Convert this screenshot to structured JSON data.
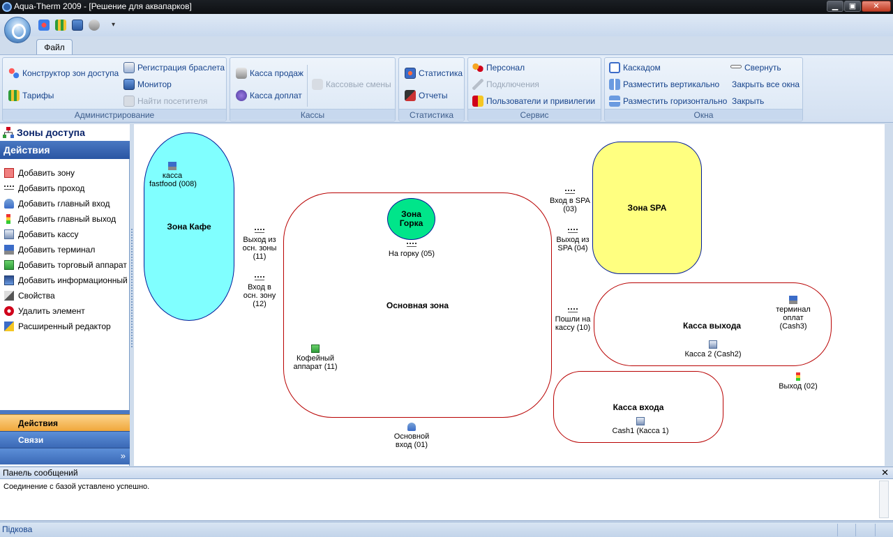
{
  "window": {
    "title": "Aqua-Therm 2009 - [Решение для аквапарков]",
    "controls": {
      "minimize": "▁",
      "maximize": "▣",
      "close": "✕"
    }
  },
  "qat": {
    "more": "▾"
  },
  "tabs": {
    "file": "Файл"
  },
  "ribbon": {
    "admin": {
      "label": "Администрирование",
      "zone_builder": "Конструктор зон доступа",
      "tariffs": "Тарифы",
      "bracelet_reg": "Регистрация браслета",
      "monitor": "Монитор",
      "find_visitor": "Найти посетителя"
    },
    "cash": {
      "label": "Кассы",
      "sales": "Касса продаж",
      "extra": "Касса доплат",
      "shifts": "Кассовые смены"
    },
    "stats": {
      "label": "Статистика",
      "statistics": "Статистика",
      "reports": "Отчеты"
    },
    "service": {
      "label": "Сервис",
      "staff": "Персонал",
      "connections": "Подключения",
      "users": "Пользователи и привилегии"
    },
    "windows": {
      "label": "Окна",
      "cascade": "Каскадом",
      "vertical": "Разместить вертикально",
      "horizontal": "Разместить горизонтально",
      "minimize": "Свернуть",
      "close_all": "Закрыть все окна",
      "close": "Закрыть"
    }
  },
  "left_panel": {
    "title": "Зоны доступа",
    "actions_title": "Действия",
    "actions": [
      "Добавить зону",
      "Добавить проход",
      "Добавить главный вход",
      "Добавить главный выход",
      "Добавить кассу",
      "Добавить терминал",
      "Добавить торговый аппарат",
      "Добавить информационный ...",
      "Свойства",
      "Удалить элемент",
      "Расширенный редактор"
    ],
    "tab_actions": "Действия",
    "tab_links": "Связи",
    "configure": "»"
  },
  "diagram": {
    "zones": {
      "cafe": "Зона Кафе",
      "main": "Основная зона",
      "gorka_1": "Зона",
      "gorka_2": "Горка",
      "spa": "Зона SPA",
      "cash_exit": "Касса выхода",
      "cash_entry": "Касса входа"
    },
    "nodes": {
      "cafe_cash_1": "касса",
      "cafe_cash_2": "fastfood (008)",
      "exit_main_1": "Выход из",
      "exit_main_2": "осн. зоны",
      "exit_main_3": "(11)",
      "enter_main_1": "Вход в",
      "enter_main_2": "осн. зону",
      "enter_main_3": "(12)",
      "to_gorka": "На горку (05)",
      "coffee_1": "Кофейный",
      "coffee_2": "аппарат (11)",
      "main_entry_1": "Основной",
      "main_entry_2": "вход (01)",
      "spa_in_1": "Вход в SPA",
      "spa_in_2": "(03)",
      "spa_out_1": "Выход из",
      "spa_out_2": "SPA (04)",
      "to_cash_1": "Пошли на",
      "to_cash_2": "кассу (10)",
      "terminal_1": "терминал",
      "terminal_2": "оплат",
      "terminal_3": "(Cash3)",
      "cash2": "Касса 2 (Cash2)",
      "exit02": "Выход (02)",
      "cash1": "Cash1 (Касса 1)"
    }
  },
  "messages": {
    "title": "Панель сообщений",
    "close": "✕",
    "text": "Соединение с базой уставлено успешно."
  },
  "status": {
    "text": "Підкова"
  },
  "colors": {
    "cafe": "#80ffff",
    "gorka": "#00e58a",
    "spa": "#ffff80",
    "zone_border_red": "#b80000",
    "zone_border_blue": "#001a99",
    "accent": "#15428b"
  }
}
